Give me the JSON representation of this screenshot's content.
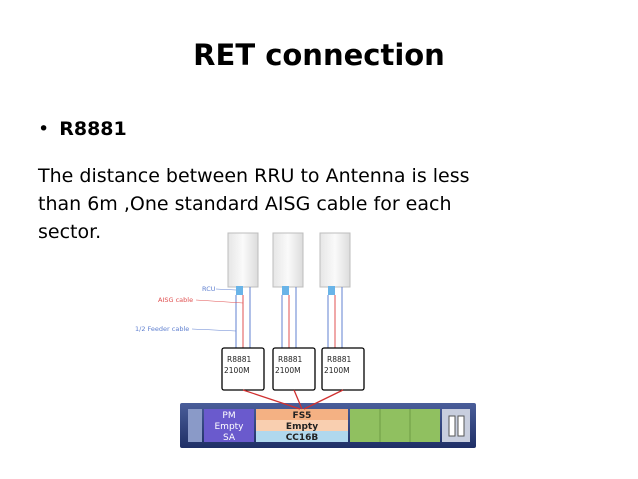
{
  "slide": {
    "title": "RET connection",
    "bullet": "R8881",
    "paragraph_line1": "The distance between RRU to Antenna is less",
    "paragraph_line2": "than 6m ,One standard AISG cable for each",
    "paragraph_line3": "sector."
  },
  "diagram": {
    "labels": {
      "rcu": "RCU",
      "aisg_cable": "AISG cable",
      "feeder_cable": "1/2 Feeder cable"
    },
    "rrus": [
      {
        "model": "R8881",
        "band": "2100M"
      },
      {
        "model": "R8881",
        "band": "2100M"
      },
      {
        "model": "R8881",
        "band": "2100M"
      }
    ],
    "bbu": {
      "left_slots": [
        "PM",
        "Empty",
        "SA"
      ],
      "mid_slots": [
        "FS5",
        "Empty",
        "CC16B"
      ]
    },
    "colors": {
      "aisg": "#e05050",
      "feeder": "#6080d0",
      "rcu": "#69b4e8",
      "fiber": "#d03030",
      "pm_slot": "#6a5acd",
      "mid_slot": "#f4b183",
      "cc_slot": "#b0d8ee",
      "green_slots": "#90c060",
      "frame": "#2a3e7a"
    }
  }
}
